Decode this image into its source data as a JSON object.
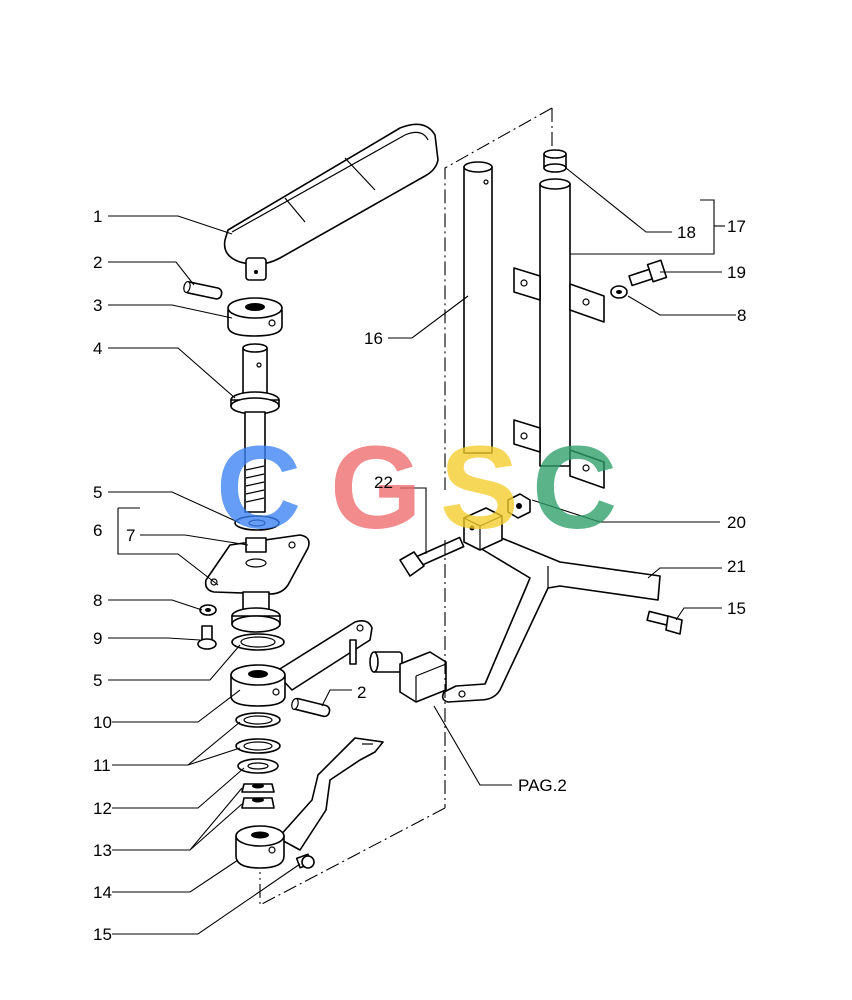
{
  "watermark": {
    "letters": [
      {
        "char": "C",
        "color": "#3b82f6"
      },
      {
        "char": "G",
        "color": "#ef6b6b"
      },
      {
        "char": "S",
        "color": "#f5cc2a"
      },
      {
        "char": "C",
        "color": "#2e9e6a"
      }
    ]
  },
  "callouts": {
    "c1": "1",
    "c2a": "2",
    "c3": "3",
    "c4": "4",
    "c5a": "5",
    "c6": "6",
    "c7": "7",
    "c8a": "8",
    "c9": "9",
    "c5b": "5",
    "c10": "10",
    "c2b": "2",
    "c11": "11",
    "c12": "12",
    "c13": "13",
    "c14": "14",
    "c15a": "15",
    "c16": "16",
    "c17": "17",
    "c18": "18",
    "c19": "19",
    "c8b": "8",
    "c22": "22",
    "c20": "20",
    "c21": "21",
    "c15b": "15",
    "pag": "PAG.2"
  }
}
